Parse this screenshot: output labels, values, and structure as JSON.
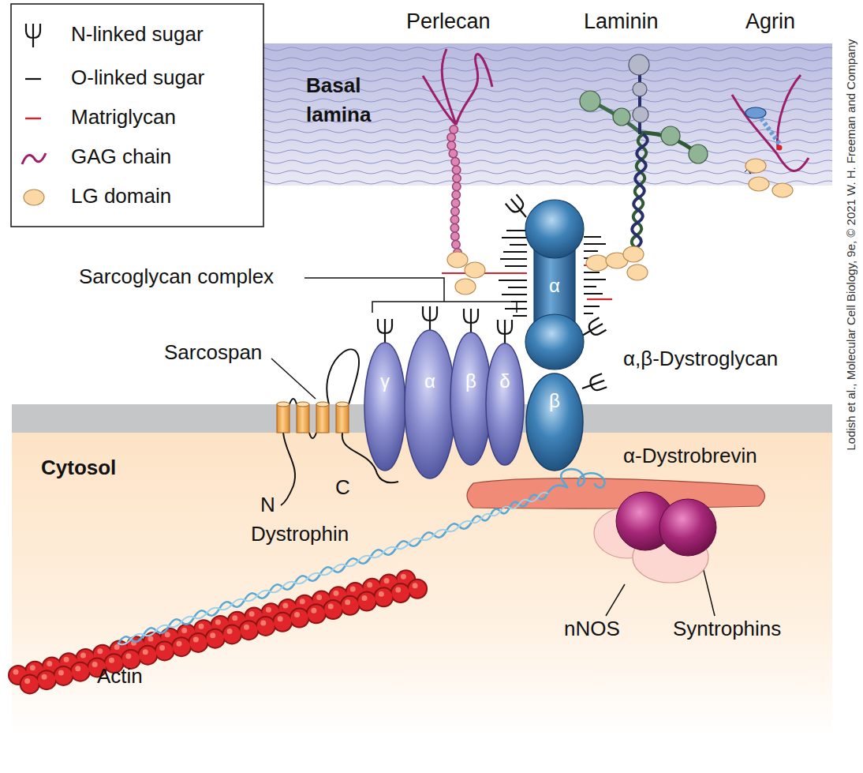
{
  "diagram": {
    "nodes": [
      {
        "text": [
          "γ"
        ]
      },
      {
        "text": [
          "α"
        ]
      },
      {
        "text": [
          "β"
        ]
      },
      {
        "text": [
          "δ"
        ]
      },
      {
        "text": [
          "α"
        ]
      },
      {
        "text": [
          "β"
        ]
      }
    ],
    "labels": [
      "Perlecan",
      "Laminin",
      "Agrin",
      "Basal lamina",
      "Sarcoglycan complex",
      "Sarcospan",
      "α,β-Dystroglycan",
      "Cytosol",
      "N",
      "C",
      "Dystrophin",
      "α-Dystrobrevin",
      "nNOS",
      "Syntrophins",
      "Actin",
      "Lodish et al., Molecular Cell Biology, 9e, © 2021 W. H. Freeman and Company"
    ],
    "legend": [
      {
        "text": "N-linked sugar"
      },
      {
        "text": "O-linked sugar"
      },
      {
        "text": "Matriglycan"
      },
      {
        "text": "GAG chain"
      },
      {
        "text": "LG domain"
      }
    ]
  }
}
